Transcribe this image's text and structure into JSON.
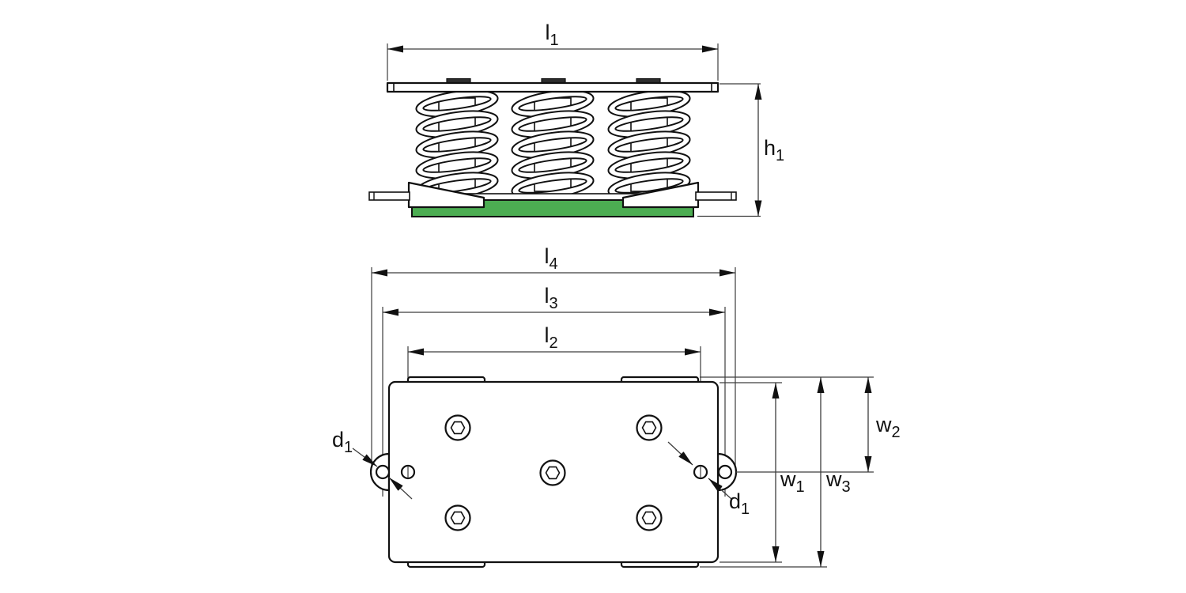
{
  "diagram": {
    "labels": {
      "l1": {
        "base": "l",
        "sub": "1"
      },
      "l2": {
        "base": "l",
        "sub": "2"
      },
      "l3": {
        "base": "l",
        "sub": "3"
      },
      "l4": {
        "base": "l",
        "sub": "4"
      },
      "h1": {
        "base": "h",
        "sub": "1"
      },
      "w1": {
        "base": "w",
        "sub": "1"
      },
      "w2": {
        "base": "w",
        "sub": "2"
      },
      "w3": {
        "base": "w",
        "sub": "3"
      },
      "d1": {
        "base": "d",
        "sub": "1"
      }
    },
    "colors": {
      "pad_green": "#4cad52",
      "tab_dark": "#2e2e2e",
      "outline": "#111111",
      "dimension_line": "#3d3d3d",
      "background": "#ffffff"
    }
  }
}
